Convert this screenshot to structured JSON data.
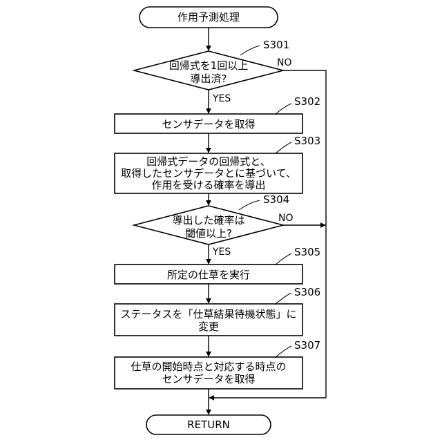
{
  "flowchart": {
    "start": {
      "label": "作用予測処理"
    },
    "end": {
      "label": "RETURN"
    },
    "steps": [
      {
        "id": "S301",
        "type": "decision",
        "lines": [
          "回帰式を1回以上",
          "導出済?"
        ],
        "yes": "YES",
        "no": "NO"
      },
      {
        "id": "S302",
        "type": "process",
        "lines": [
          "センサデータを取得"
        ]
      },
      {
        "id": "S303",
        "type": "process",
        "lines": [
          "回帰式データの回帰式と、",
          "取得したセンサデータとに基づいて、",
          "作用を受ける確率を導出"
        ]
      },
      {
        "id": "S304",
        "type": "decision",
        "lines": [
          "導出した確率は",
          "閾値以上?"
        ],
        "yes": "YES",
        "no": "NO"
      },
      {
        "id": "S305",
        "type": "process",
        "lines": [
          "所定の仕草を実行"
        ]
      },
      {
        "id": "S306",
        "type": "process",
        "lines": [
          "ステータスを「仕草結果待機状態」に",
          "変更"
        ]
      },
      {
        "id": "S307",
        "type": "process",
        "lines": [
          "仕草の開始時点と対応する時点の",
          "センサデータを取得"
        ]
      }
    ]
  }
}
